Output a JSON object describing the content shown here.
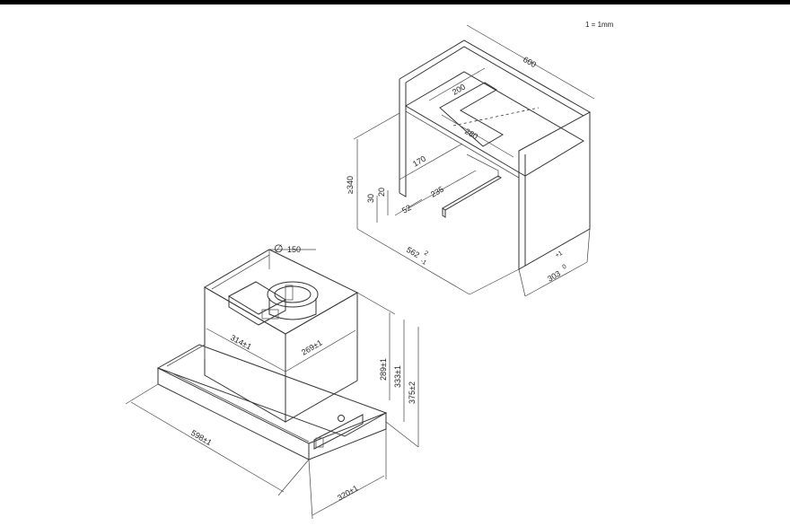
{
  "scale_note": "1 = 1mm",
  "cabinet": {
    "width": "600",
    "cutout_depth": "200",
    "cutout_width": "280",
    "offset_170": "170",
    "offset_235": "235",
    "min_height": "≥340",
    "dim_30": "30",
    "dim_20": "20",
    "dim_52": "52",
    "inner_width_base": "562",
    "inner_width_tol": "+2 / -1",
    "inner_width_tol_plus": "2",
    "inner_width_tol_minus": "-1",
    "depth_base": "303",
    "depth_tol_plus": "+1",
    "depth_tol_minus": "0"
  },
  "hood": {
    "duct_diameter_symbol": "∅",
    "duct_diameter": "150",
    "body_width": "314±1",
    "body_depth": "269±1",
    "height_body": "289±1",
    "height_mid": "333±1",
    "height_total": "375±2",
    "overall_width": "598±1",
    "overall_depth": "320±1"
  }
}
